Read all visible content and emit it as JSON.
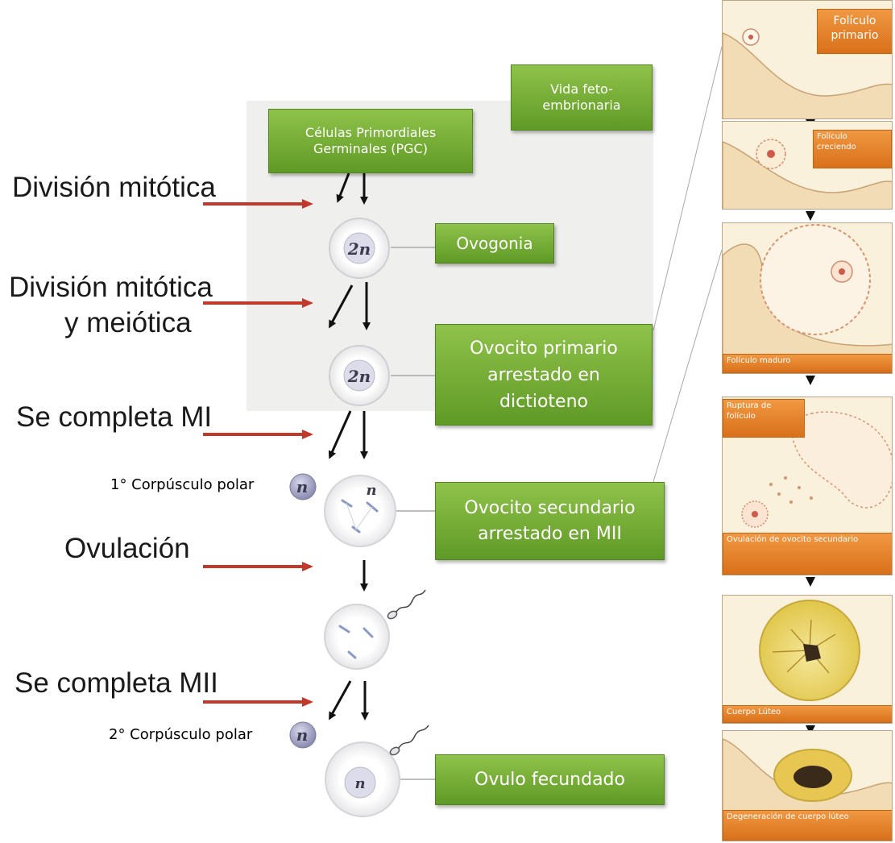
{
  "stage_boxes": {
    "vida": "Vida feto-embrionaria",
    "pgc": "Células Primordiales Germinales (PGC)",
    "ovogonia": "Ovogonia",
    "ovocito_primario": "Ovocito primario arrestado en dictioteno",
    "ovocito_secundario": "Ovocito secundario arrestado en MII",
    "ovulo": "Ovulo fecundado"
  },
  "step_labels": {
    "mitotica": "División mitótica",
    "mitotica_meiotica_1": "División mitótica",
    "mitotica_meiotica_2": "y meiótica",
    "completa_mi": "Se completa MI",
    "ovulacion": "Ovulación",
    "completa_mii": "Se completa MII"
  },
  "polar_bodies": {
    "first": "1° Corpúsculo polar",
    "second": "2° Corpúsculo polar",
    "ploidy": "n"
  },
  "cell_ploidy": {
    "ovogonia": "2n",
    "ovocito_primario": "2n",
    "ovocito_secundario": "n",
    "ovulo": "n"
  },
  "follicle_panels": {
    "primario_line1": "Folículo",
    "primario_line2": "primario",
    "creciendo": "Folículo creciendo",
    "maduro": "Folículo maduro",
    "ruptura": "Ruptura de folículo",
    "ovulacion": "Ovulación de ovocito secundario",
    "cuerpo_luteo": "Cuerpo Lúteo",
    "degeneracion": "Degeneración de cuerpo lúteo"
  },
  "colors": {
    "green_box": "#6fa832",
    "red_arrow": "#c0392b",
    "orange_label": "#e8842c",
    "shaded_background": "#efefed"
  }
}
